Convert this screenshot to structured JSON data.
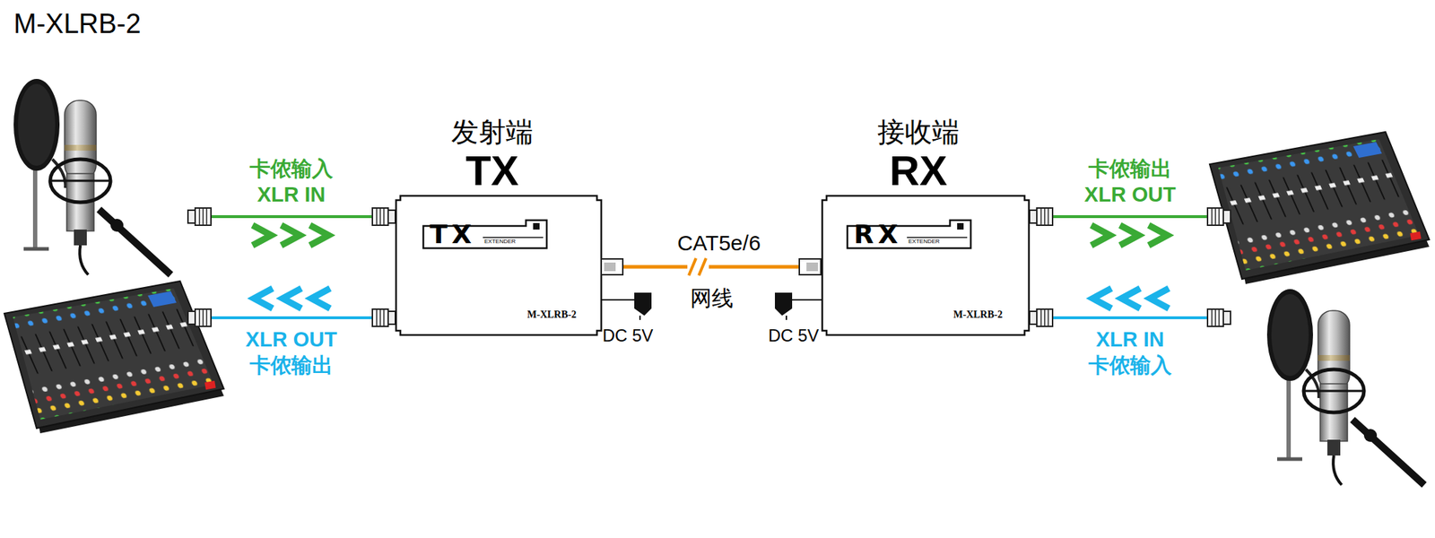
{
  "diagram": {
    "title": "M-XLRB-2",
    "nodes": [
      {
        "text": [
          "发射端",
          "TX",
          "M-XLRB-2"
        ]
      },
      {
        "text": [
          "TX",
          "EXTENDER"
        ],
        "in": 0
      },
      {
        "text": [
          "接收端",
          "RX",
          "M-XLRB-2"
        ]
      },
      {
        "text": [
          "RX",
          "EXTENDER"
        ],
        "in": 2
      }
    ],
    "edges": [
      {
        "from": 0,
        "to": 2,
        "arrow": "none",
        "label": "CAT5e/6"
      }
    ],
    "labels": [
      "卡侬输入",
      "XLR IN",
      "XLR OUT",
      "卡侬输出",
      "DC 5V",
      "网线",
      "DC 5V",
      "卡侬输出",
      "XLR OUT",
      "XLR IN",
      "卡侬输入"
    ]
  }
}
